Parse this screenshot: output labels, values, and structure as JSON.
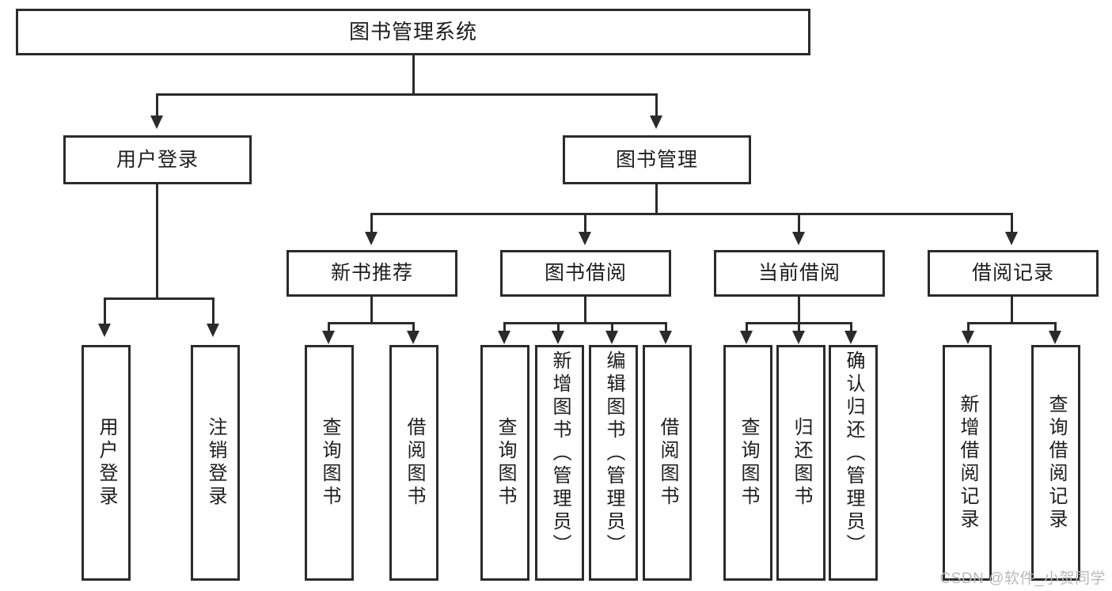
{
  "diagram": {
    "title": "图书管理系统",
    "type": "tree-structure-chart",
    "root": {
      "label": "图书管理系统"
    },
    "level2": [
      {
        "label": "用户登录"
      },
      {
        "label": "图书管理"
      }
    ],
    "level3": [
      {
        "label": "新书推荐"
      },
      {
        "label": "图书借阅"
      },
      {
        "label": "当前借阅"
      },
      {
        "label": "借阅记录"
      }
    ],
    "leaves": {
      "user_login": [
        {
          "label": "用户登录"
        },
        {
          "label": "注销登录"
        }
      ],
      "new_book_recommend": [
        {
          "label": "查询图书"
        },
        {
          "label": "借阅图书"
        }
      ],
      "book_borrow": [
        {
          "label": "查询图书"
        },
        {
          "label": "新增图书（管理员）"
        },
        {
          "label": "编辑图书（管理员）"
        },
        {
          "label": "借阅图书"
        }
      ],
      "current_borrow": [
        {
          "label": "查询图书"
        },
        {
          "label": "归还图书"
        },
        {
          "label": "确认归还（管理员）"
        }
      ],
      "borrow_record": [
        {
          "label": "新增借阅记录"
        },
        {
          "label": "查询借阅记录"
        }
      ]
    }
  },
  "watermark": {
    "text": "CSDN @软件_小贺同学"
  },
  "colors": {
    "border": "#2b2b2b",
    "background": "#ffffff",
    "text": "#1d1d1d",
    "watermark": "#b9b9b9"
  }
}
